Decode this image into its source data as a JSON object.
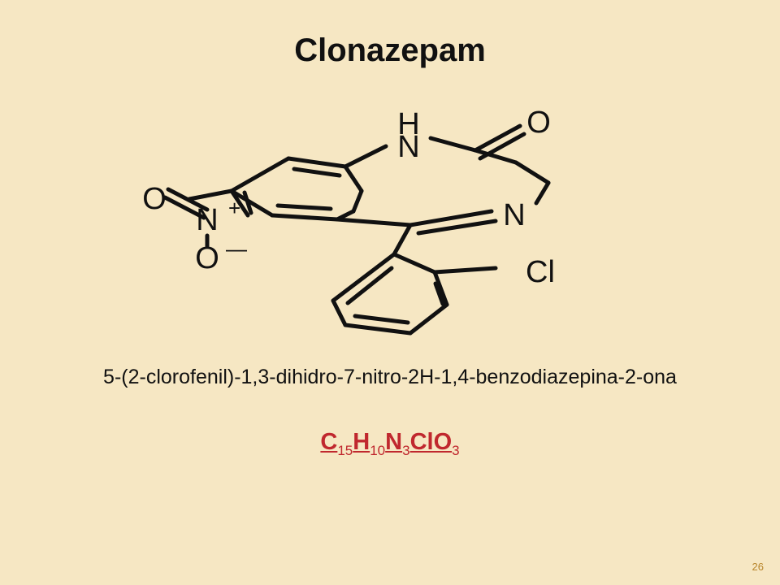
{
  "slide": {
    "title": "Clonazepam",
    "iupac_name": "5-(2-clorofenil)-1,3-dihidro-7-nitro-2H-1,4-benzodiazepina-2-ona",
    "formula": [
      {
        "el": "C",
        "n": "15"
      },
      {
        "el": "H",
        "n": "10"
      },
      {
        "el": "N",
        "n": "3"
      },
      {
        "el": "ClO",
        "n": "3"
      }
    ],
    "page_number": "26"
  },
  "structure": {
    "atoms": {
      "nh_h": "H",
      "nh_n": "N",
      "carbonyl_o": "O",
      "imine_n": "N",
      "nitro_n": "N",
      "nitro_plus": "+",
      "nitro_o_top": "O",
      "nitro_o_bottom": "O",
      "nitro_minus": "—",
      "chloro": "Cl"
    },
    "colors": {
      "background": "#f6e7c3",
      "formula": "#c0282e",
      "page_number": "#b8862c"
    }
  }
}
